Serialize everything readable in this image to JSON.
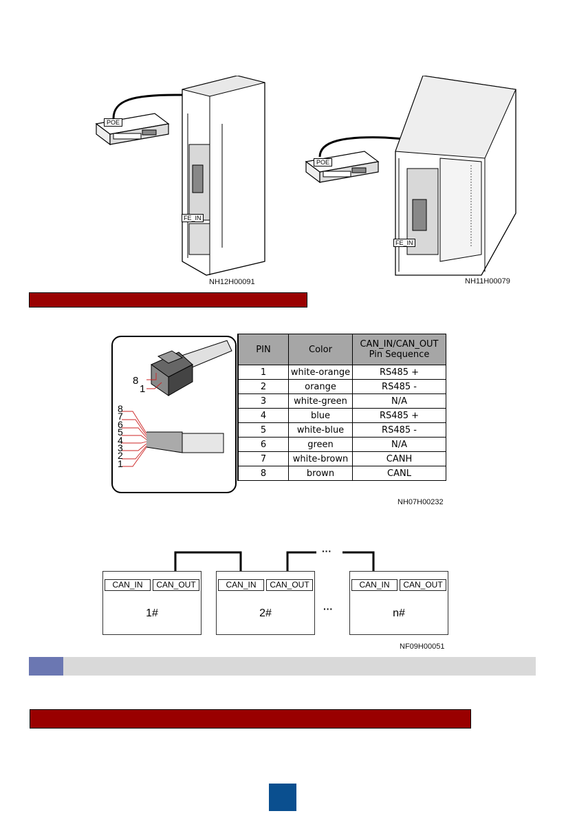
{
  "figure1": {
    "left": {
      "poe_label": "POE",
      "fe_label": "FE_IN",
      "code": "NH12H00091"
    },
    "right": {
      "poe_label": "POE",
      "fe_label": "FE_IN",
      "code": "NH11H00079"
    }
  },
  "figure2": {
    "connector_pins_top": [
      "8",
      "1"
    ],
    "wire_pins": [
      "8",
      "7",
      "6",
      "5",
      "4",
      "3",
      "2",
      "1"
    ],
    "table": {
      "headers": [
        "PIN",
        "Color",
        "CAN_IN/CAN_OUT\nPin Sequence"
      ],
      "rows": [
        [
          "1",
          "white-orange",
          "RS485 +"
        ],
        [
          "2",
          "orange",
          "RS485 -"
        ],
        [
          "3",
          "white-green",
          "N/A"
        ],
        [
          "4",
          "blue",
          "RS485 +"
        ],
        [
          "5",
          "white-blue",
          "RS485 -"
        ],
        [
          "6",
          "green",
          "N/A"
        ],
        [
          "7",
          "white-brown",
          "CANH"
        ],
        [
          "8",
          "brown",
          "CANL"
        ]
      ]
    },
    "code": "NH07H00232"
  },
  "figure3": {
    "units": [
      {
        "in": "CAN_IN",
        "out": "CAN_OUT",
        "label": "1#"
      },
      {
        "in": "CAN_IN",
        "out": "CAN_OUT",
        "label": "2#"
      },
      {
        "in": "CAN_IN",
        "out": "CAN_OUT",
        "label": "n#"
      }
    ],
    "ellipsis_top": "···",
    "ellipsis_mid": "···",
    "code": "NF09H00051"
  },
  "colors": {
    "red_bar": "#990000",
    "note_gray": "#d9d9d9",
    "note_blue": "#6b77b2",
    "page_blue": "#0a4f8f",
    "red_wire": "#cc2222"
  }
}
